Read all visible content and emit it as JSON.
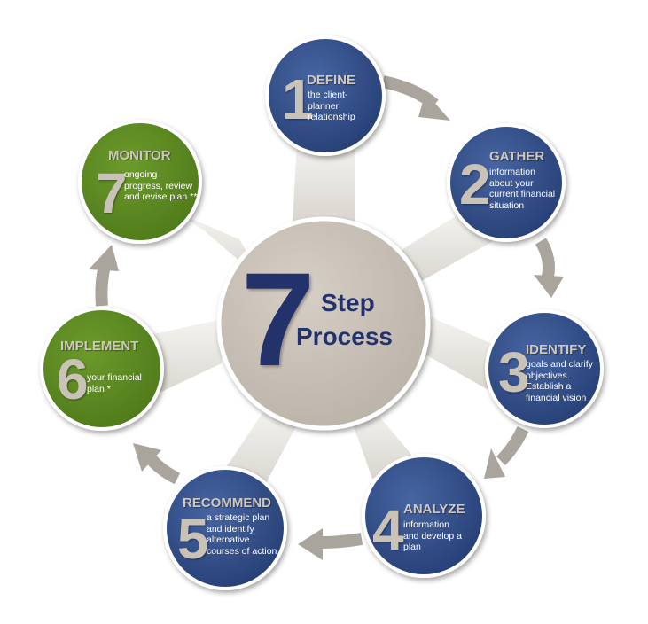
{
  "center": {
    "number": "7",
    "line1": "Step",
    "line2": "Process"
  },
  "colors": {
    "blue": "#2f4d88",
    "green": "#5f8b23",
    "gray_text": "#c9c2b7",
    "navy": "#24326b",
    "center": "#c9c1b8"
  },
  "steps": [
    {
      "number": "1",
      "title": "DEFINE",
      "desc": "the client-planner relationship"
    },
    {
      "number": "2",
      "title": "GATHER",
      "desc": "information about your current financial situation"
    },
    {
      "number": "3",
      "title": "IDENTIFY",
      "desc": "goals and clarify objectives. Establish a financial vision"
    },
    {
      "number": "4",
      "title": "ANALYZE",
      "desc": "information and develop a plan"
    },
    {
      "number": "5",
      "title": "RECOMMEND",
      "desc": "a strategic plan and identify alternative courses of action"
    },
    {
      "number": "6",
      "title": "IMPLEMENT",
      "desc": "your financial plan *"
    },
    {
      "number": "7",
      "title": "MONITOR",
      "desc": "ongoing progress, review and revise plan **"
    }
  ]
}
